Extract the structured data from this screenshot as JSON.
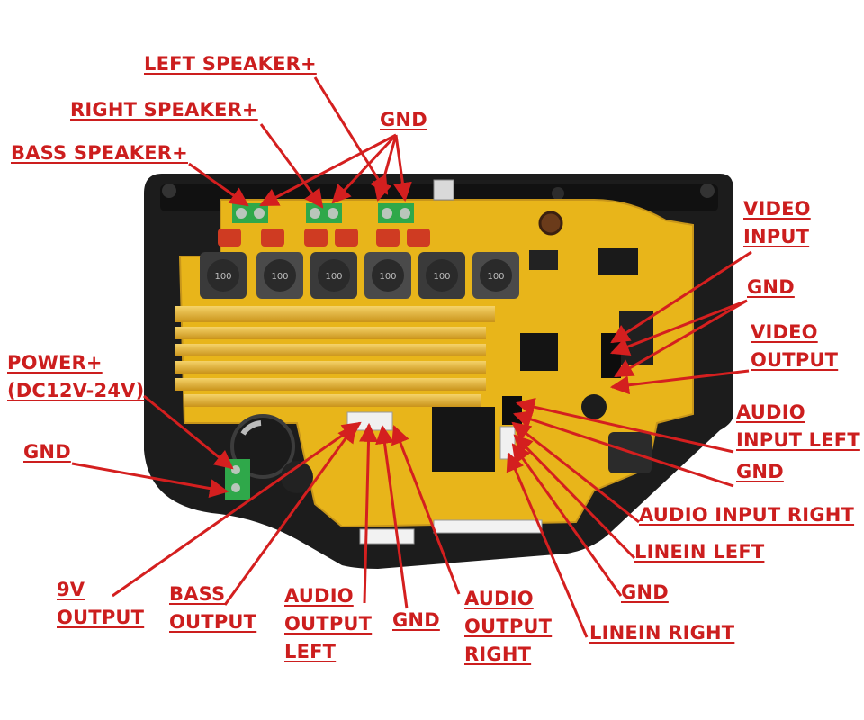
{
  "diagram": {
    "labels": {
      "left_speaker_plus": "LEFT SPEAKER+",
      "right_speaker_plus": "RIGHT SPEAKER+",
      "bass_speaker_plus": "BASS SPEAKER+",
      "gnd_top": "GND",
      "video_input": [
        "VIDEO",
        "INPUT"
      ],
      "gnd_right_top": "GND",
      "video_output": [
        "VIDEO",
        "OUTPUT"
      ],
      "audio_input_left": [
        "AUDIO",
        "INPUT LEFT"
      ],
      "gnd_right_mid": "GND",
      "audio_input_right": "AUDIO INPUT RIGHT",
      "linein_left": "LINEIN LEFT",
      "gnd_right_low": "GND",
      "linein_right": "LINEIN RIGHT",
      "power_plus": [
        "POWER+",
        "(DC12V-24V)"
      ],
      "gnd_left": "GND",
      "output_9v": [
        "9V",
        "OUTPUT"
      ],
      "bass_output": [
        "BASS",
        "OUTPUT"
      ],
      "audio_output_left": [
        "AUDIO",
        "OUTPUT",
        "LEFT"
      ],
      "gnd_bottom": "GND",
      "audio_output_right": [
        "AUDIO",
        "OUTPUT",
        "RIGHT"
      ]
    },
    "component_markings": {
      "inductor": "100"
    },
    "colors": {
      "label_red": "#cc1e1e",
      "pcb_yellow": "#e8b51a",
      "case_black": "#1c1c1c",
      "terminal_green": "#2fa84a"
    }
  }
}
